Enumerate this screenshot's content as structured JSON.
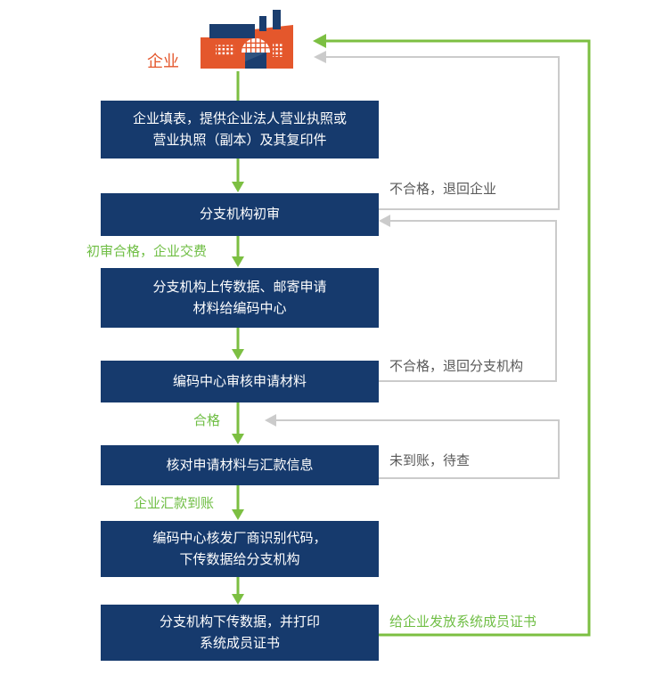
{
  "colors": {
    "box_navy": "#163a6d",
    "flow_green": "#7cbf42",
    "label_green": "#6fbe44",
    "return_gray": "#cbcbcb",
    "side_label_gray": "#595959",
    "factory_orange": "#e4572c"
  },
  "entity": {
    "label": "企业",
    "icon": "factory-icon"
  },
  "steps": [
    {
      "text": "企业填表，提供企业法人营业执照或\n营业执照（副本）及其复印件"
    },
    {
      "text": "分支机构初审"
    },
    {
      "text": "分支机构上传数据、邮寄申请\n材料给编码中心"
    },
    {
      "text": "编码中心审核申请材料"
    },
    {
      "text": "核对申请材料与汇款信息"
    },
    {
      "text": "编码中心核发厂商识别代码，\n下传数据给分支机构"
    },
    {
      "text": "分支机构下传数据，并打印\n系统成员证书"
    }
  ],
  "labels": {
    "reject_to_enterprise": "不合格，退回企业",
    "initial_pass_pay_fee": "初审合格，企业交费",
    "reject_to_branch": "不合格，退回分支机构",
    "qualified": "合格",
    "payment_not_received": "未到账，待查",
    "payment_received": "企业汇款到账",
    "issue_member_certificate": "给企业发放系统成员证书"
  }
}
